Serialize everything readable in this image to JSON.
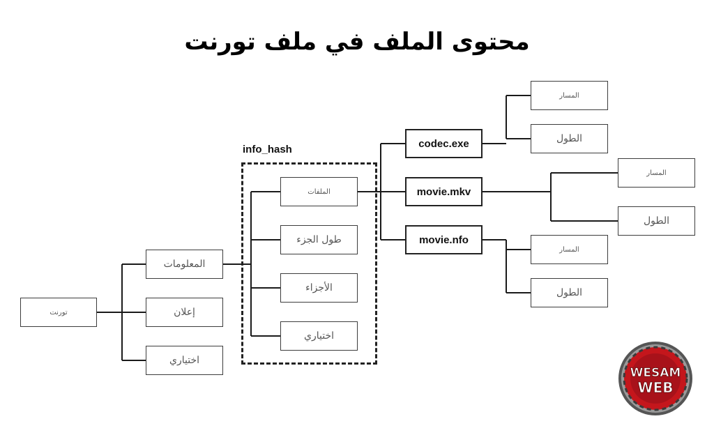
{
  "title": "محتوى الملف في ملف تورنت",
  "info_hash_label": "info_hash",
  "nodes": {
    "torrent": "تورنت",
    "info": "المعلومات",
    "announce": "إعلان",
    "optional_root": "اختياري",
    "files": "الملفات",
    "piece_length": "طول الجزء",
    "pieces": "الأجزاء",
    "optional_info": "اختياري",
    "codec": "codec.exe",
    "mkv": "movie.mkv",
    "nfo": "movie.nfo",
    "codec_path": "المسار",
    "codec_length": "الطول",
    "mkv_path": "المسار",
    "mkv_length": "الطول",
    "nfo_path": "المسار",
    "nfo_length": "الطول"
  },
  "logo": {
    "line1": "WESAM",
    "line2": "WEB",
    "colors": {
      "red": "#c4161c",
      "ring": "#555555"
    }
  }
}
